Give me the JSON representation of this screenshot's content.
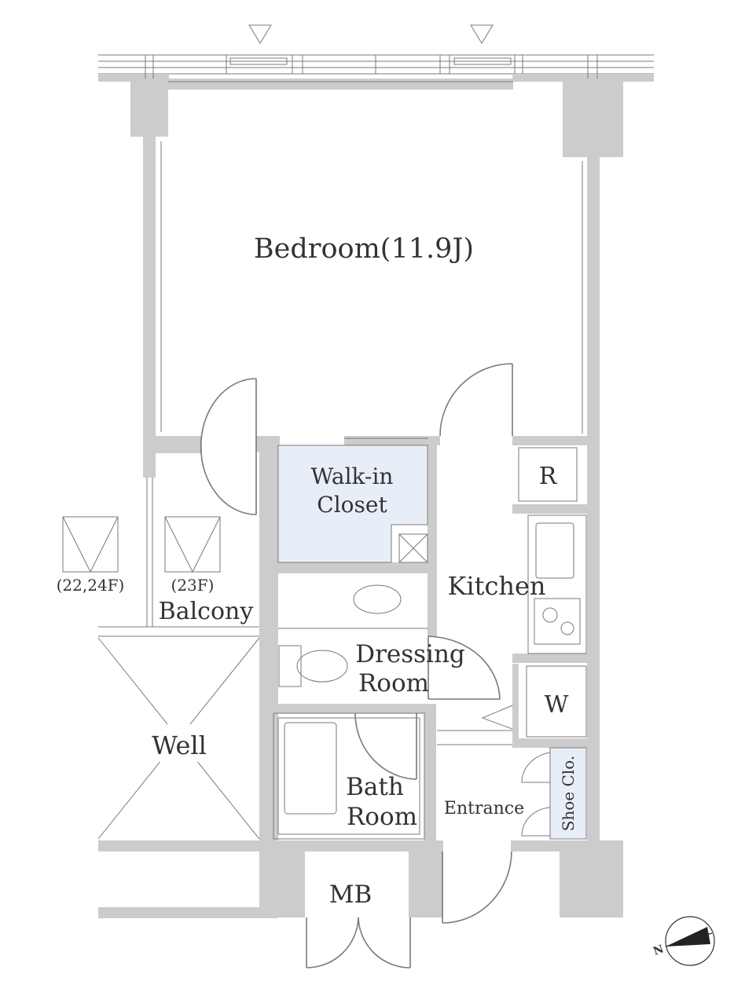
{
  "rooms": {
    "bedroom": "Bedroom(11.9J)",
    "walkin_line1": "Walk-in",
    "walkin_line2": "Closet",
    "kitchen": "Kitchen",
    "refrigerator": "R",
    "dressing_line1": "Dressing",
    "dressing_line2": "Room",
    "washer": "W",
    "bath_line1": "Bath",
    "bath_line2": "Room",
    "entrance": "Entrance",
    "shoe_closet": "Shoe Clo.",
    "balcony": "Balcony",
    "well": "Well",
    "meter_box": "MB"
  },
  "floor_notes": {
    "left": "(22,24F)",
    "right": "(23F)"
  },
  "compass": {
    "letter": "N"
  },
  "colors": {
    "wall": "#cccccc",
    "line": "#7a7a7a",
    "highlight": "#e8eef7",
    "text": "#333333"
  }
}
